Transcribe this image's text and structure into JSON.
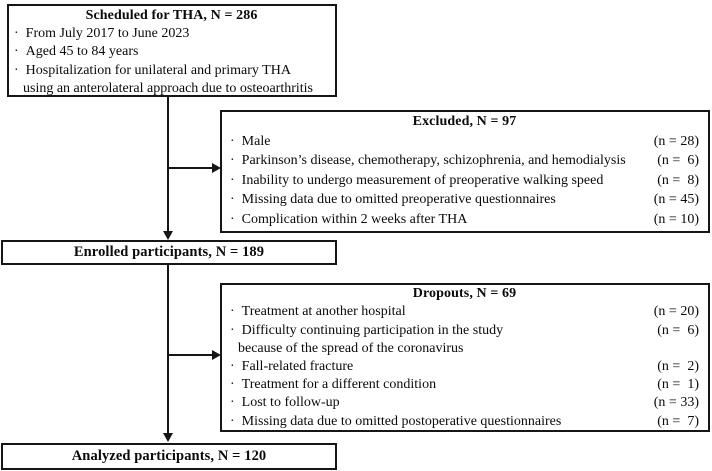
{
  "flowchart": {
    "scheduled": {
      "title": "Scheduled for THA, N = 286",
      "bullets": [
        {
          "text": "From July 2017 to June 2023"
        },
        {
          "text": "Aged 45 to 84 years"
        },
        {
          "text": "Hospitalization for unilateral and primary THA",
          "wrap": "using an anterolateral approach due to osteoarthritis"
        }
      ]
    },
    "excluded": {
      "title": "Excluded, N = 97",
      "items": [
        {
          "label": "Male",
          "count": "(n = 28)"
        },
        {
          "label": "Parkinson’s disease, chemotherapy, schizophrenia, and hemodialysis",
          "count": "(n =  6)"
        },
        {
          "label": "Inability to undergo measurement of preoperative walking speed",
          "count": "(n =  8)"
        },
        {
          "label": "Missing data due to omitted preoperative questionnaires",
          "count": "(n = 45)"
        },
        {
          "label": "Complication within 2 weeks after THA",
          "count": "(n = 10)"
        }
      ]
    },
    "enrolled": {
      "title": "Enrolled participants, N = 189"
    },
    "dropouts": {
      "title": "Dropouts, N = 69",
      "items": [
        {
          "label": "Treatment at another hospital",
          "count": "(n = 20)"
        },
        {
          "label": "Difficulty continuing participation in the study",
          "count": "(n =  6)",
          "wrap": "because of the spread of the coronavirus"
        },
        {
          "label": "Fall-related fracture",
          "count": "(n =  2)"
        },
        {
          "label": "Treatment for a different condition",
          "count": "(n =  1)"
        },
        {
          "label": "Lost to follow-up",
          "count": "(n = 33)"
        },
        {
          "label": "Missing data due to omitted postoperative questionnaires",
          "count": "(n =  7)"
        }
      ]
    },
    "analyzed": {
      "title": "Analyzed participants, N = 120"
    }
  }
}
